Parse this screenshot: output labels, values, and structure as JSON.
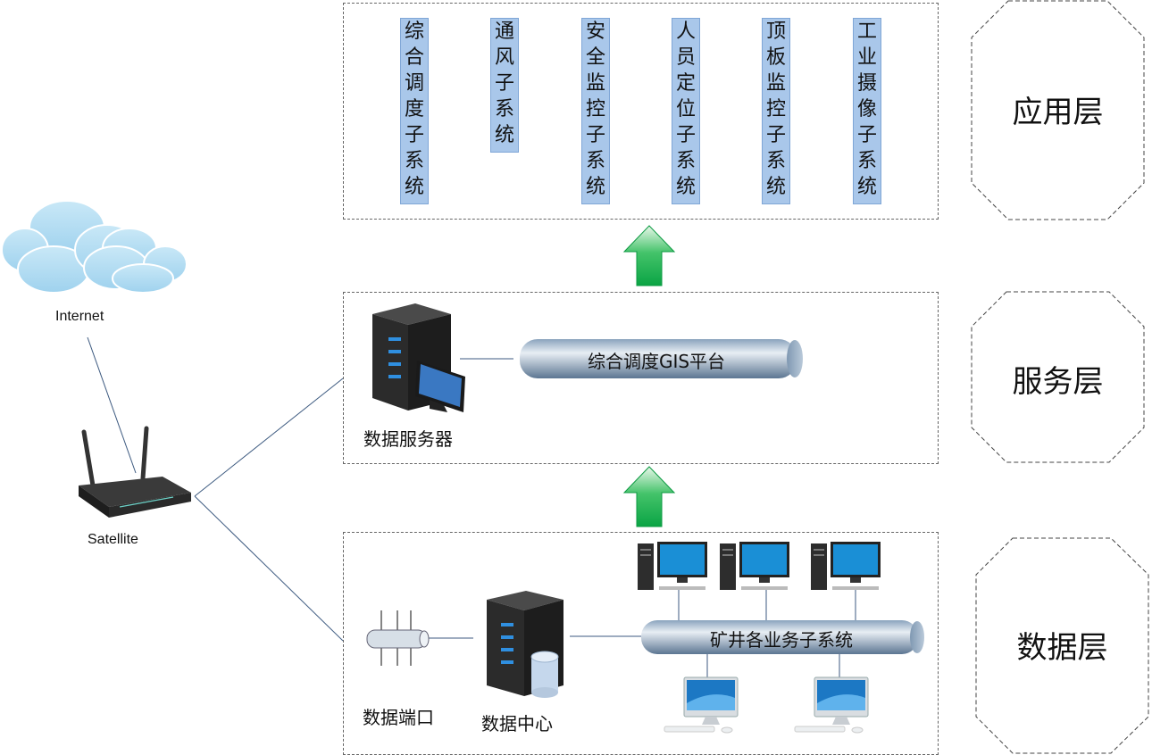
{
  "network": {
    "cloud_label": "Internet",
    "router_label": "Satellite"
  },
  "layers": {
    "application": "应用层",
    "service": "服务层",
    "data": "数据层"
  },
  "app_subsystems": [
    "综合调度子系统",
    "通风子系统",
    "安全监控子系统",
    "人员定位子系统",
    "顶板监控子系统",
    "工业摄像子系统"
  ],
  "service_layer": {
    "server_label": "数据服务器",
    "platform_label": "综合调度GIS平台"
  },
  "data_layer": {
    "port_label": "数据端口",
    "center_label": "数据中心",
    "bus_label": "矿井各业务子系统"
  },
  "colors": {
    "arrow_green": "#11b34b",
    "app_fill": "#a9c7ea",
    "cloud_blue": "#a8d8f0"
  }
}
